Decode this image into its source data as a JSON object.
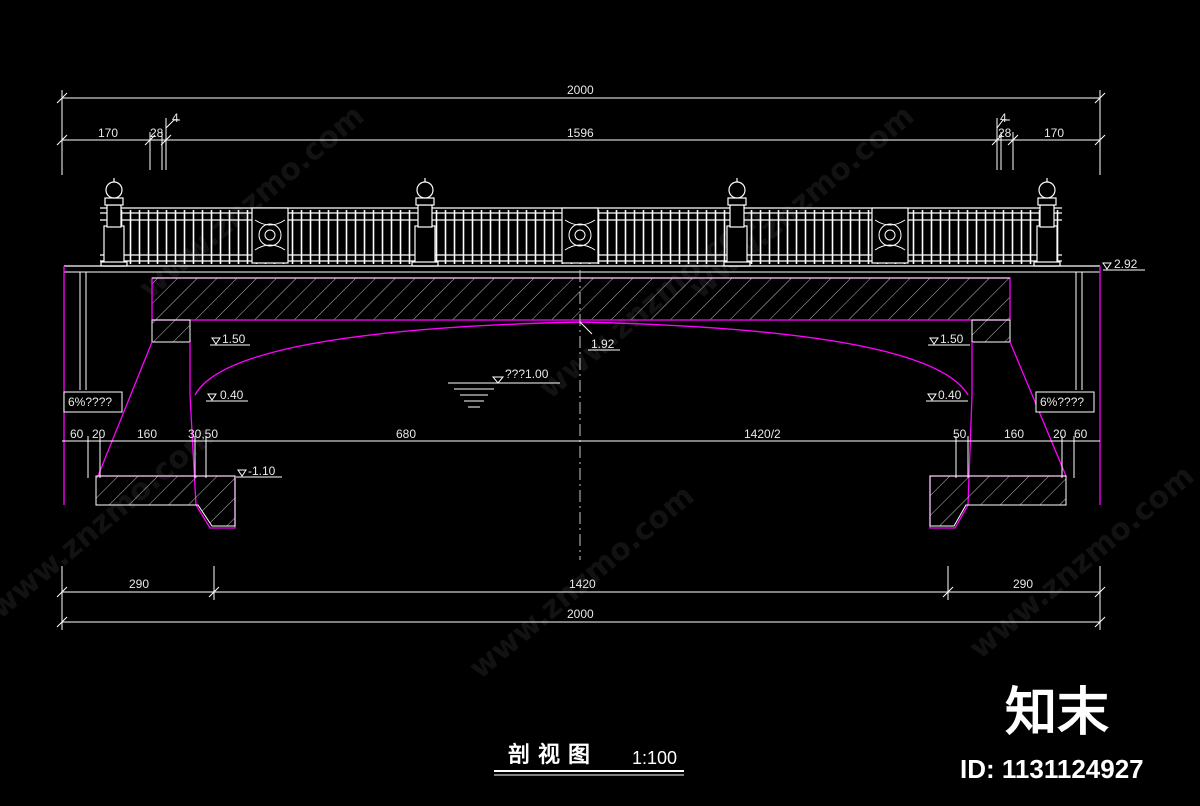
{
  "dimensions": {
    "top_total": "2000",
    "top_left_170": "170",
    "top_left_28": "28",
    "top_left_4": "4",
    "top_mid_1596": "1596",
    "top_right_4": "4",
    "top_right_28": "28",
    "top_right_170": "170",
    "mid_60_left": "60",
    "mid_20_left": "20",
    "mid_160_left": "160",
    "mid_30_50": "30,50",
    "mid_680": "680",
    "mid_1420_2": "1420/2",
    "mid_50_right": "50",
    "mid_160_right": "160",
    "mid_20_right": "20",
    "mid_60_right": "60",
    "bot_290_left": "290",
    "bot_1420": "1420",
    "bot_290_right": "290",
    "bot_total": "2000"
  },
  "levels": {
    "deck_top": "2.92",
    "left_bearing": "1.50",
    "right_bearing": "1.50",
    "arch_crown": "1.92",
    "water": "???1.00",
    "left_spring": "0.40",
    "right_spring": "0.40",
    "foundation": "-1.10"
  },
  "notes": {
    "left_slope": "6%????",
    "right_slope": "6%????"
  },
  "title": {
    "name": "剖视图",
    "scale": "1:100"
  },
  "watermark": {
    "site": "www.znzmo.com",
    "logo": "知末",
    "id": "ID: 1131124927"
  },
  "colors": {
    "background": "#000000",
    "line": "#ffffff",
    "structure": "#ff00ff",
    "centerline": "#c8c8c8"
  }
}
